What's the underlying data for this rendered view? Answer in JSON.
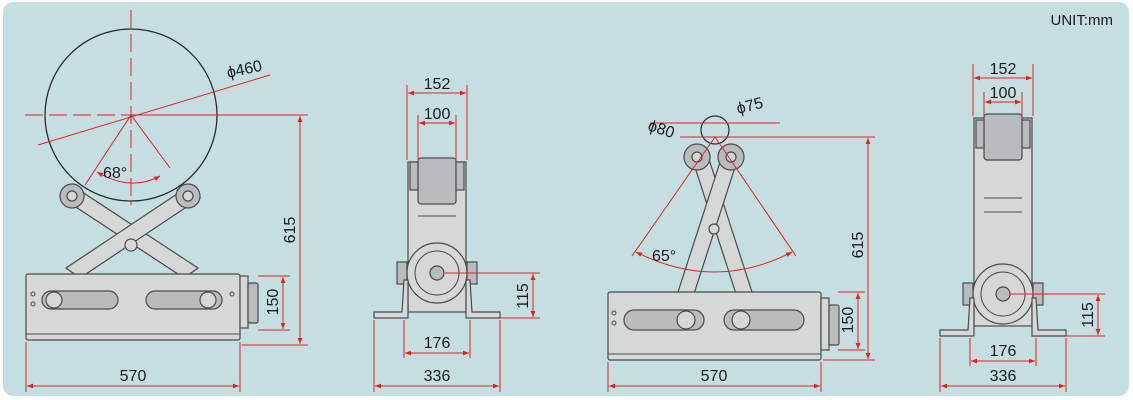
{
  "unit_label": "UNIT:mm",
  "colors": {
    "background": "#c5dfe1",
    "dimension_line": "#e0202a",
    "part_fill": "#d6d8d8",
    "part_stroke": "#4a4a4a"
  },
  "view1": {
    "diameter": "ϕ460",
    "angle": "68°",
    "height": "615",
    "side_height": "150",
    "width": "570"
  },
  "view2": {
    "top_outer": "152",
    "top_inner": "100",
    "height": "115",
    "base_inner": "176",
    "base_outer": "336"
  },
  "view3": {
    "roller_dia": "ϕ80",
    "small_dia": "ϕ75",
    "angle": "65°",
    "height": "615",
    "side_height": "150",
    "width": "570"
  },
  "view4": {
    "top_outer": "152",
    "top_inner": "100",
    "height": "115",
    "base_inner": "176",
    "base_outer": "336"
  }
}
